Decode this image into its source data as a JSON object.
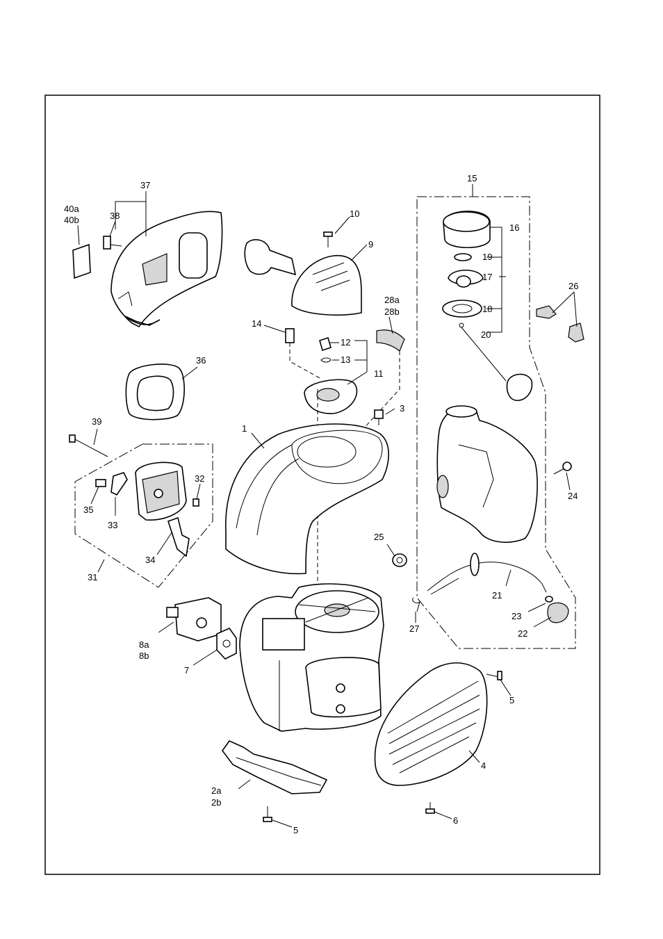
{
  "labels": {
    "l1": "1",
    "l2a": "2a",
    "l2b": "2b",
    "l3": "3",
    "l4": "4",
    "l5a": "5",
    "l5b": "5",
    "l6": "6",
    "l7": "7",
    "l8a": "8a",
    "l8b": "8b",
    "l9": "9",
    "l10": "10",
    "l11": "11",
    "l12": "12",
    "l13": "13",
    "l14": "14",
    "l15": "15",
    "l16": "16",
    "l17": "17",
    "l18": "18",
    "l19": "19",
    "l20": "20",
    "l21": "21",
    "l22": "22",
    "l23": "23",
    "l24": "24",
    "l25": "25",
    "l26": "26",
    "l27": "27",
    "l28a": "28a",
    "l28b": "28b",
    "l31": "31",
    "l32": "32",
    "l33": "33",
    "l34": "34",
    "l35": "35",
    "l36": "36",
    "l37": "37",
    "l38": "38",
    "l39": "39",
    "l40a": "40a",
    "l40b": "40b"
  },
  "icons": [
    "starter-housing-icon",
    "engine-icon",
    "fuel-tank-icon",
    "air-filter-icon",
    "muffler-cover-icon",
    "carburetor-icon"
  ]
}
